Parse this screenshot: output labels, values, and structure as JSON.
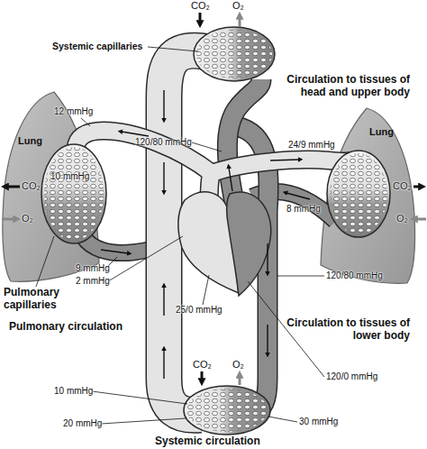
{
  "diagram": {
    "nodes": [
      {
        "text": [
          "Lung"
        ]
      },
      {
        "text": [
          "Lung"
        ]
      }
    ],
    "labels": [
      "CO₂",
      "O₂",
      "Systemic capillaries",
      "Circulation to tissues of head and upper body",
      "12 mmHg",
      "120/80 mmHg",
      "24/9 mmHg",
      "10 mmHg",
      "8 mmHg",
      "CO₂",
      "CO₂",
      "O₂",
      "O₂",
      "9 mmHg",
      "2 mmHg",
      "Pulmonary capillaries",
      "25/0 mmHg",
      "120/80 mmHg",
      "Pulmonary circulation",
      "Circulation to tissues of lower body",
      "120/0 mmHg",
      "CO₂",
      "O₂",
      "10 mmHg",
      "20 mmHg",
      "30 mmHg",
      "Systemic circulation"
    ]
  }
}
